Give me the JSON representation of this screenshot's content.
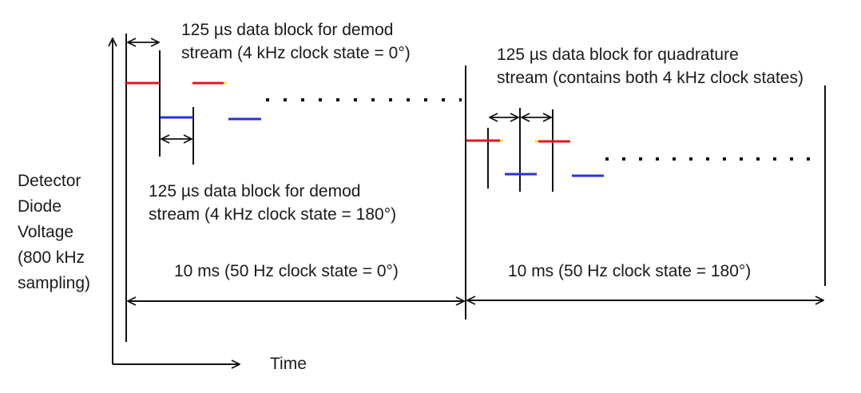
{
  "diagram": {
    "y_axis_label_lines": [
      "Detector",
      "Diode",
      "Voltage",
      "(800 kHz",
      "sampling)"
    ],
    "x_axis_label": "Time",
    "demod_block_0_lines": [
      "125 µs data block for demod",
      "stream (4 kHz clock state = 0°)"
    ],
    "demod_block_180_lines": [
      "125 µs data block for demod",
      "stream (4 kHz clock state = 180°)"
    ],
    "quadrature_block_lines": [
      "125 µs data block for quadrature",
      "stream (contains both 4 kHz clock states)"
    ],
    "span_0_label": "10 ms (50 Hz clock state = 0°)",
    "span_180_label": "10 ms (50 Hz clock state = 180°)"
  },
  "colors": {
    "high_level": "#e8141c",
    "low_level": "#2a2ee6",
    "accent_tip": "#f2e21a",
    "line": "#111111"
  }
}
